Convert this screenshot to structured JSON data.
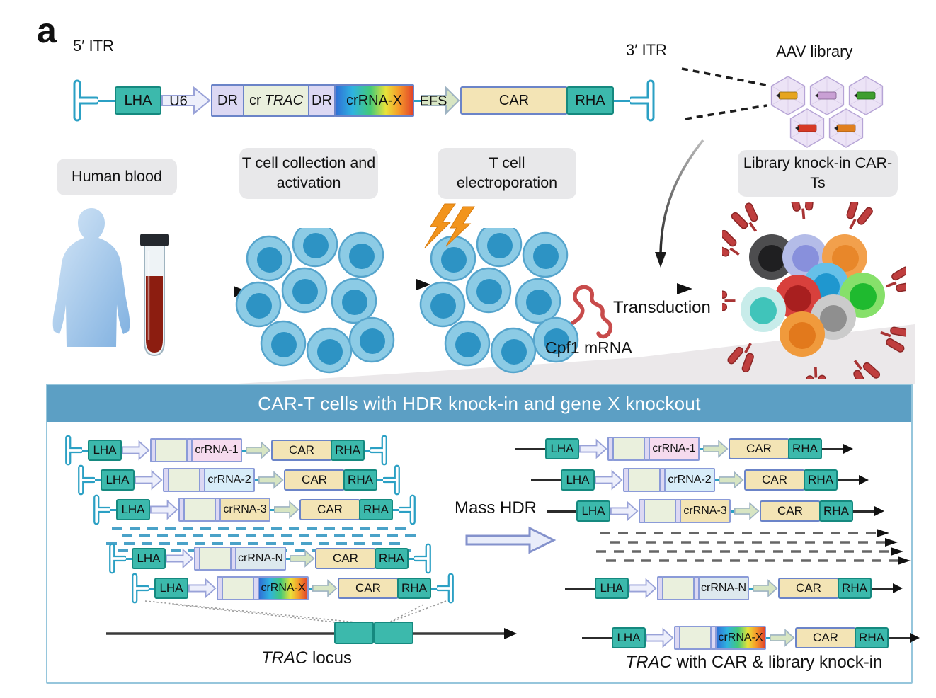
{
  "panel_label": "a",
  "top": {
    "itr5_label": "5′ ITR",
    "itr3_label": "3′ ITR",
    "aav_label": "AAV library",
    "lha": "LHA",
    "u6": "U6",
    "dr1": "DR",
    "cr_prefix": "cr",
    "cr_gene": "TRAC",
    "dr2": "DR",
    "crrna_x": "crRNA-X",
    "efs": "EFS",
    "car": "CAR",
    "rha": "RHA"
  },
  "workflow": {
    "steps": [
      "Human blood",
      "T cell collection and activation",
      "T cell electroporation",
      "Library knock-in CAR-Ts"
    ],
    "transduction": "Transduction",
    "cpf1": "Cpf1 mRNA"
  },
  "bottom": {
    "title": "CAR-T cells with HDR knock-in and gene X knockout",
    "mass_hdr": "Mass HDR",
    "lha": "LHA",
    "car": "CAR",
    "rha": "RHA",
    "left_rows": [
      {
        "crrna": "crRNA-1"
      },
      {
        "crrna": "crRNA-2"
      },
      {
        "crrna": "crRNA-3"
      },
      {
        "crrna": "crRNA-N"
      },
      {
        "crrna": "crRNA-X"
      }
    ],
    "right_rows": [
      {
        "crrna": "crRNA-1"
      },
      {
        "crrna": "crRNA-2"
      },
      {
        "crrna": "crRNA-3"
      },
      {
        "crrna": "crRNA-N"
      },
      {
        "crrna": "crRNA-X"
      }
    ],
    "trac_italic": "TRAC",
    "trac_rest": " locus",
    "result_italic": "TRAC",
    "result_rest": " with CAR & library knock-in"
  },
  "colors": {
    "teal_fill": "#3cb9ac",
    "teal_border": "#15897f",
    "itr_stroke": "#2ba0c4",
    "header_blue": "#5c9fc4",
    "panel_border": "#96c6dc",
    "panel_bg": "#ffffff",
    "lavender_fill": "#edeffb",
    "lavender_border": "#99a2d8",
    "dr_fill": "#dcd8f3",
    "cassette_body": "#eaf0dd",
    "compound_border": "#6b84c8",
    "car_fill": "#f3e4b5",
    "crrna_colors": [
      "#f6dbee",
      "#d8edf9",
      "#f3e4b5",
      "#dde9ee",
      "rainbow"
    ],
    "rainbow_gradient": [
      "#2f6fd6",
      "#2fb3e0",
      "#43c978",
      "#e8e23a",
      "#f59b2a",
      "#e2452a"
    ],
    "green_arrow_fill": "#d7e5c3",
    "step_bg": "#e8e8ea",
    "tcell_fill": "#8ccbe5",
    "tcell_nucleus": "#2d93c4",
    "lightning_orange": "#f2941c",
    "mrna_red": "#c84b4b",
    "receptor_red": "#bf3e3e",
    "blood_red": "#8c1d10",
    "dash_teal": "#4aa2c8",
    "dash_gray": "#666666",
    "aav_capsid": "#ece3f6",
    "aav_inserts": [
      "#e6a51e",
      "#c9a0d4",
      "#3f9e2f",
      "#d63a26",
      "#e07f1e"
    ],
    "cluster_cells": [
      [
        "#4d4d4f",
        "#1f1f21"
      ],
      [
        "#b4bce8",
        "#8890dc"
      ],
      [
        "#f2a04c",
        "#e8872a"
      ],
      [
        "#66c0e8",
        "#1f97cf"
      ],
      [
        "#86e06a",
        "#1fba2f"
      ],
      [
        "#d8403c",
        "#a81f1f"
      ],
      [
        "#c8ecea",
        "#40c4ba"
      ],
      [
        "#cbcbcb",
        "#8f8f8f"
      ],
      [
        "#f09a3c",
        "#e2791c"
      ]
    ]
  }
}
